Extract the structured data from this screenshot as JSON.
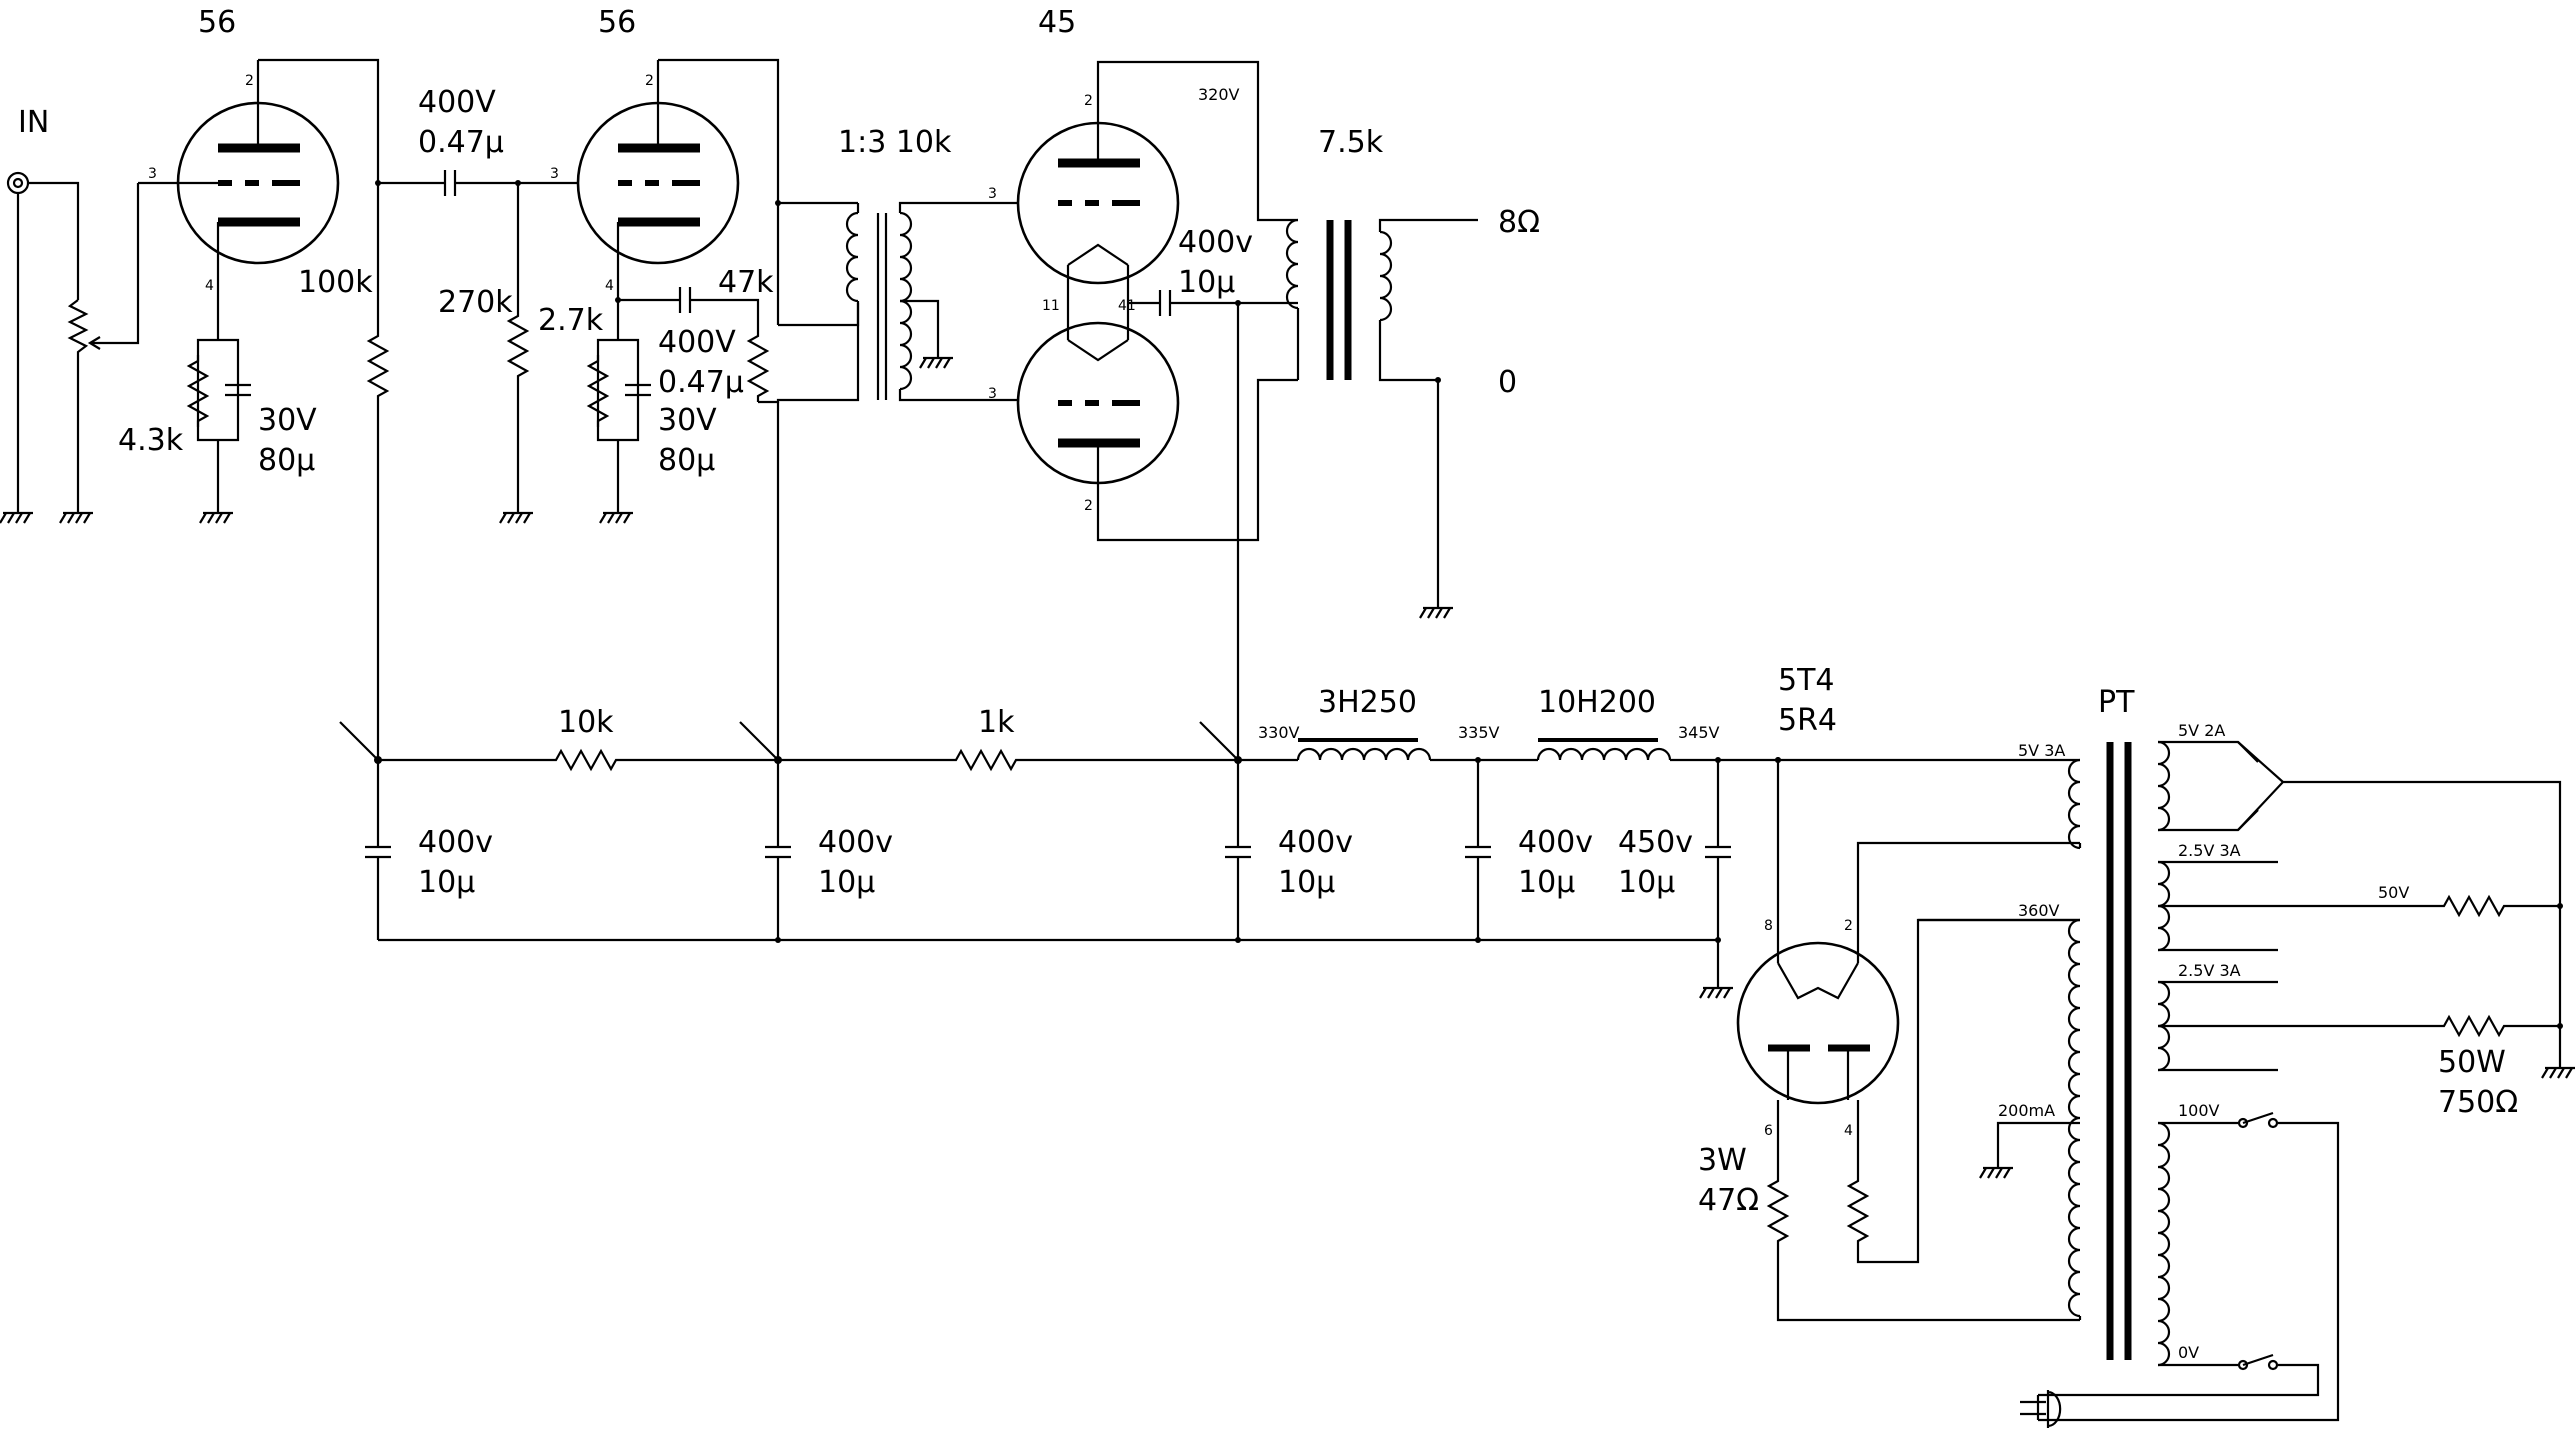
{
  "diagram": {
    "input_label": "IN",
    "tubes": {
      "v1": "56",
      "v2": "56",
      "output": "45",
      "rectifier_line1": "5T4",
      "rectifier_line2": "5R4"
    },
    "pins": {
      "p2": "2",
      "p3": "3",
      "p4": "4",
      "p6": "6",
      "p8": "8",
      "p11": "11",
      "p41": "41"
    },
    "stage1": {
      "cathode_resistor": "4.3k",
      "cathode_cap_voltage": "30V",
      "cathode_cap_value": "80μ",
      "plate_resistor": "100k"
    },
    "coupling": {
      "cap_voltage": "400V",
      "cap_value": "0.47μ",
      "grid_resistor": "270k"
    },
    "stage2": {
      "cathode_resistor": "2.7k",
      "cathode_cap_voltage": "30V",
      "cathode_cap_value": "80μ",
      "feedback_cap_voltage": "400V",
      "feedback_cap_value": "0.47μ",
      "feedback_resistor": "47k"
    },
    "interstage": {
      "label": "1:3 10k"
    },
    "output_stage": {
      "supply_voltage": "320V",
      "bypass_cap_voltage": "400v",
      "bypass_cap_value": "10μ",
      "transformer_impedance": "7.5k",
      "speaker_tap": "8Ω",
      "ground_tap": "0"
    },
    "power_supply": {
      "r1": "10k",
      "r2": "1k",
      "choke1": "3H250",
      "choke2": "10H200",
      "v330": "330V",
      "v335": "335V",
      "v345": "345V",
      "cap1_voltage": "400v",
      "cap1_value": "10μ",
      "cap2_voltage": "400v",
      "cap2_value": "10μ",
      "cap3_voltage": "400v",
      "cap3_value": "10μ",
      "cap4_voltage": "400v",
      "cap4_value": "10μ",
      "cap5_voltage": "450v",
      "cap5_value": "10μ",
      "rect_resistor_power": "3W",
      "rect_resistor_value": "47Ω"
    },
    "power_transformer": {
      "label": "PT",
      "winding_5v": "5V 3A",
      "winding_360v": "360V",
      "winding_200ma": "200mA",
      "winding_5v2a": "5V 2A",
      "winding_25v3a_a": "2.5V 3A",
      "winding_25v3a_b": "2.5V 3A",
      "tap_50v": "50V",
      "primary_100v": "100V",
      "primary_0v": "0V",
      "load_power": "50W",
      "load_value": "750Ω"
    }
  }
}
